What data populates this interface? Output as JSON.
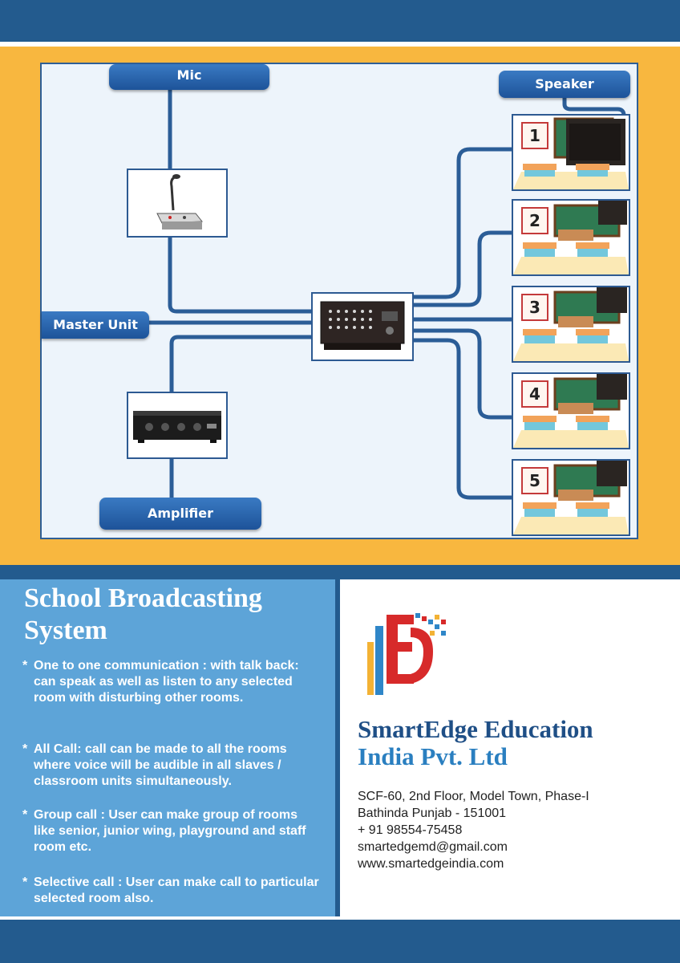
{
  "diagram": {
    "mic_label": "Mic",
    "speaker_label": "Speaker",
    "master_label": "Master Unit",
    "amplifier_label": "Amplifier",
    "rooms": [
      "1",
      "2",
      "3",
      "4",
      "5"
    ]
  },
  "info": {
    "title_line1": "School Broadcasting",
    "title_line2": "System",
    "bullets": [
      {
        "star": "*",
        "text": "One to one communication : with talk back: can speak as well as listen to any selected room with disturbing other rooms."
      },
      {
        "star": "*",
        "text": "All Call: call can be made to all the rooms where voice will be audible in all slaves / classroom units simultaneously."
      },
      {
        "star": "*",
        "text": "Group call : User can make group of rooms like senior, junior wing, playground and staff room etc."
      },
      {
        "star": "*",
        "text": "Selective call : User can make call to particular selected room also."
      }
    ]
  },
  "company": {
    "name_line1": "SmartEdge Education",
    "name_line2": "India Pvt. Ltd",
    "address_line1": "SCF-60, 2nd Floor, Model Town, Phase-I",
    "address_line2": "Bathinda Punjab - 151001",
    "phone": "+ 91 98554-75458",
    "email": "smartedgemd@gmail.com",
    "website": "www.smartedgeindia.com"
  },
  "colors": {
    "navy": "#235b8e",
    "orange": "#f8b73f",
    "panel_blue": "#5da4d8",
    "line_blue": "#2b5d97"
  }
}
